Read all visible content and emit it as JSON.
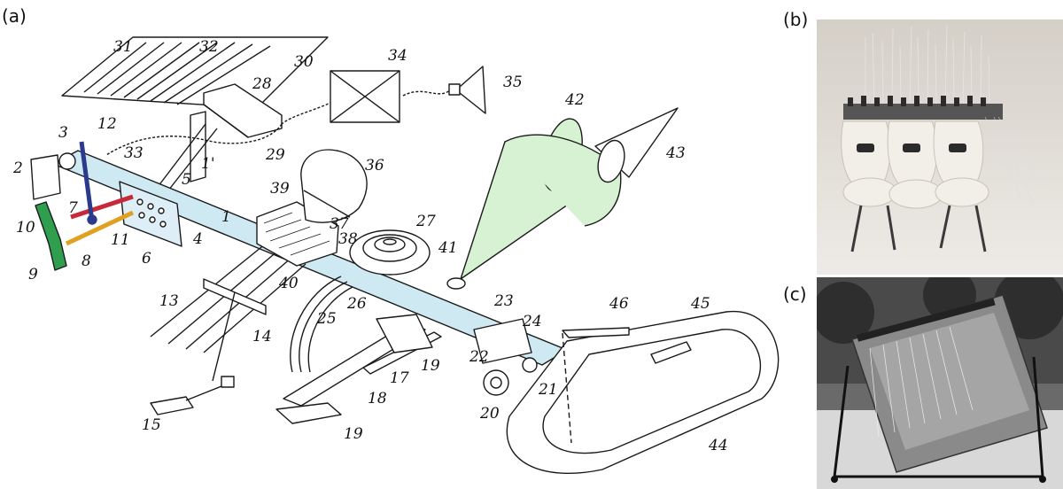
{
  "figure": {
    "panels": [
      {
        "id": "a",
        "label": "(a)"
      },
      {
        "id": "b",
        "label": "(b)"
      },
      {
        "id": "c",
        "label": "(c)"
      }
    ],
    "part_numbers": [
      "1",
      "1'",
      "2",
      "3",
      "4",
      "5",
      "6",
      "7",
      "8",
      "9",
      "10",
      "11",
      "12",
      "13",
      "14",
      "15",
      "17",
      "18",
      "19",
      "19",
      "20",
      "21",
      "22",
      "23",
      "24",
      "25",
      "26",
      "27",
      "28",
      "29",
      "30",
      "31",
      "32",
      "33",
      "34",
      "35",
      "36",
      "37",
      "38",
      "39",
      "40",
      "41",
      "42",
      "43",
      "44",
      "45",
      "46"
    ],
    "colors": {
      "shaft": "#cfe9f3",
      "cone": "#d6f2d2",
      "lever_green": "#2f9e4f",
      "rod_red": "#c8283a",
      "rod_orange": "#e0a020",
      "rod_navy": "#2b3a8a",
      "line": "#1a1a1a"
    }
  }
}
